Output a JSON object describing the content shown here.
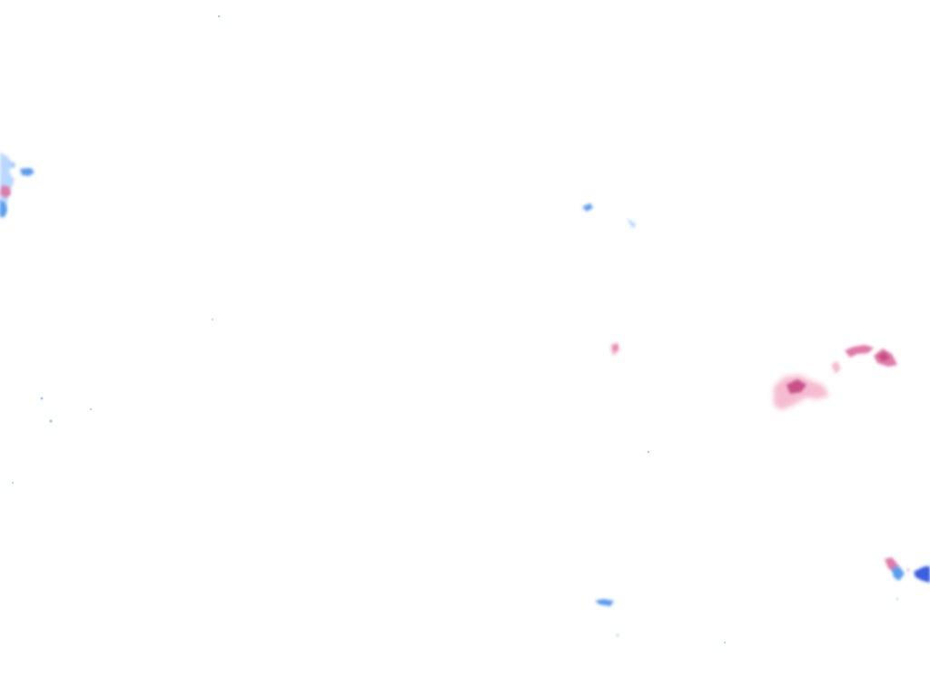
{
  "map": {
    "kind": "precipitation-radar-overlay",
    "background_color": "#ffffff",
    "legend_colors": {
      "rain_light": "#9cc8ff",
      "rain_moderate": "#5a9cf0",
      "rain_heavy": "#3b5fe0",
      "mixed_light": "#f5bcd0",
      "mixed_moderate": "#e07aa8",
      "mixed_heavy": "#c0407a"
    },
    "echo_clusters": [
      {
        "id": "west-edge",
        "precip_types": [
          "rain",
          "mixed"
        ]
      },
      {
        "id": "north-center",
        "precip_types": [
          "rain"
        ]
      },
      {
        "id": "center-small",
        "precip_types": [
          "mixed"
        ]
      },
      {
        "id": "east-band",
        "precip_types": [
          "mixed"
        ]
      },
      {
        "id": "south-center",
        "precip_types": [
          "rain"
        ]
      },
      {
        "id": "southeast-edge",
        "precip_types": [
          "rain",
          "mixed"
        ]
      },
      {
        "id": "west-specks",
        "precip_types": [
          "rain"
        ]
      }
    ]
  }
}
